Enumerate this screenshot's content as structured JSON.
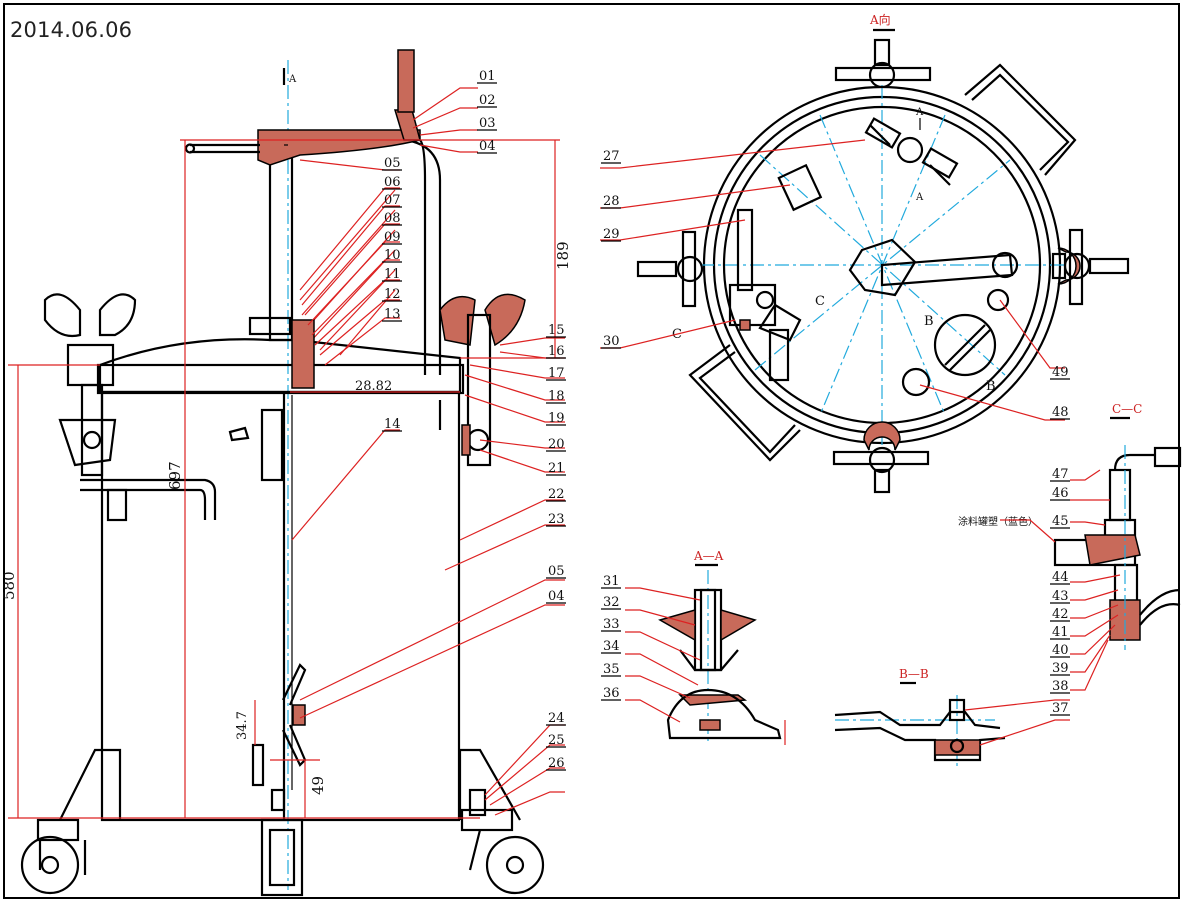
{
  "date": "2014.06.06",
  "dimensions": {
    "d189": "189",
    "d697": "697",
    "d580": "580",
    "d347": "34.7",
    "d49": "49",
    "d282": "28.82"
  },
  "section_labels": {
    "a_view": "A向",
    "aa": "A—A",
    "bb": "B—B",
    "cc": "C—C",
    "a_top": "A",
    "a_bottom": "A",
    "b_left": "B",
    "b_right": "B",
    "c_left": "C",
    "c_right": "C",
    "a_arrow": "A"
  },
  "notes": {
    "color_label": "涂料罐塑（蓝色）"
  },
  "callouts": {
    "main": [
      "01",
      "02",
      "03",
      "04",
      "05",
      "06",
      "07",
      "08",
      "09",
      "10",
      "11",
      "12",
      "13",
      "14",
      "15",
      "16",
      "17",
      "18",
      "19",
      "20",
      "21",
      "22",
      "23",
      "05",
      "04",
      "24",
      "25",
      "26"
    ],
    "top": [
      "27",
      "28",
      "29",
      "30",
      "49",
      "48"
    ],
    "right": [
      "47",
      "46",
      "45",
      "44",
      "43",
      "42",
      "41",
      "40",
      "39",
      "38",
      "37"
    ],
    "aa": [
      "31",
      "32",
      "33",
      "34",
      "35",
      "36"
    ]
  },
  "colors": {
    "line": "#000000",
    "section_red": "#dd2222",
    "hatch": "#c86a5a",
    "centerline": "#22aadd"
  }
}
